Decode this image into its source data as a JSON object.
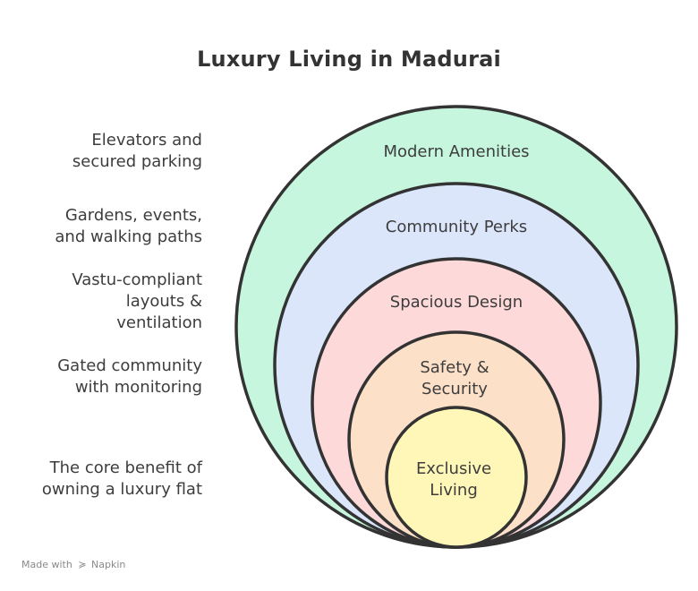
{
  "title": "Luxury Living in Madurai",
  "rings": [
    {
      "label": "Modern Amenities",
      "description": "Elevators and\nsecured parking",
      "color": "#c6f6dd"
    },
    {
      "label": "Community Perks",
      "description": "Gardens, events,\nand walking paths",
      "color": "#dbe6fb"
    },
    {
      "label": "Spacious Design",
      "description": "Vastu-compliant\nlayouts &\nventilation",
      "color": "#fdd9d9"
    },
    {
      "label_line1": "Safety &",
      "label_line2": "Security",
      "description": "Gated community\nwith monitoring",
      "color": "#fde0c8"
    },
    {
      "label_line1": "Exclusive",
      "label_line2": "Living",
      "description": "The core benefit of\nowning a luxury flat",
      "color": "#fff7b8"
    }
  ],
  "footer": {
    "made_with": "Made with",
    "brand": "Napkin",
    "icon": "napkin-logo-icon"
  }
}
